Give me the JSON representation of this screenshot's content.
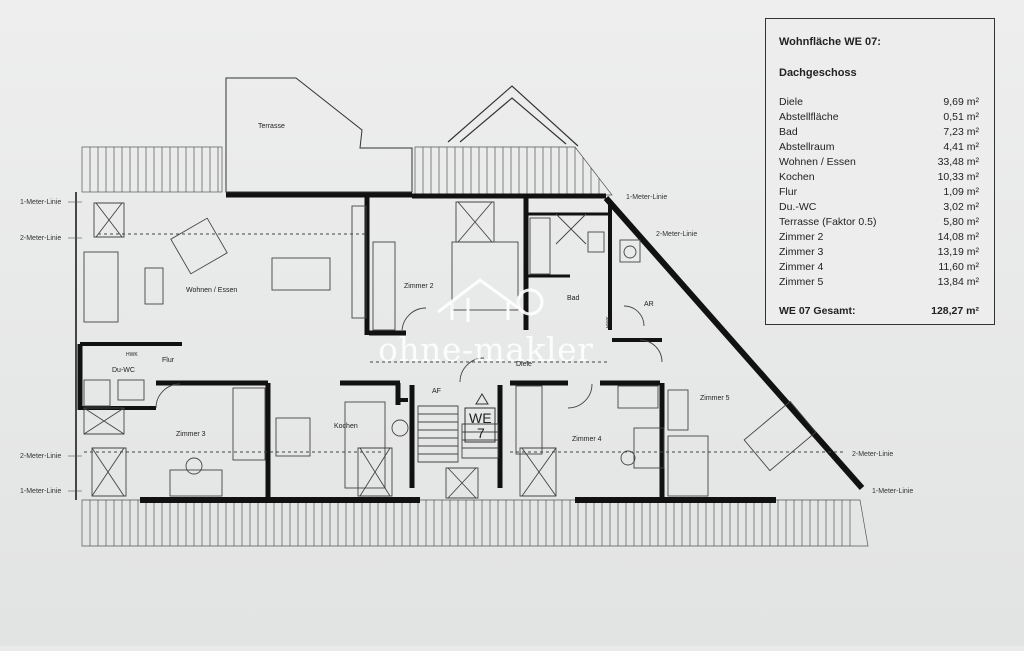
{
  "area_table": {
    "title": "Wohnfläche WE 07:",
    "floor": "Dachgeschoss",
    "rows": [
      {
        "name": "Diele",
        "value": "9,69 m²"
      },
      {
        "name": "Abstellfläche",
        "value": "0,51 m²"
      },
      {
        "name": "Bad",
        "value": "7,23 m²"
      },
      {
        "name": "Abstellraum",
        "value": "4,41 m²"
      },
      {
        "name": "Wohnen / Essen",
        "value": "33,48 m²"
      },
      {
        "name": "Kochen",
        "value": "10,33 m²"
      },
      {
        "name": "Flur",
        "value": "1,09 m²"
      },
      {
        "name": "Du.-WC",
        "value": "3,02 m²"
      },
      {
        "name": "Terrasse (Faktor 0.5)",
        "value": "5,80 m²"
      },
      {
        "name": "Zimmer 2",
        "value": "14,08 m²"
      },
      {
        "name": "Zimmer 3",
        "value": "13,19 m²"
      },
      {
        "name": "Zimmer 4",
        "value": "11,60 m²"
      },
      {
        "name": "Zimmer 5",
        "value": "13,84 m²"
      }
    ],
    "total": {
      "name": "WE 07 Gesamt:",
      "value": "128,27 m²"
    }
  },
  "plan": {
    "rooms": {
      "terrasse": "Terrasse",
      "wohnen": "Wohnen / Essen",
      "zimmer2": "Zimmer 2",
      "bad": "Bad",
      "ar": "AR",
      "flur": "Flur",
      "duwc": "Du-WC",
      "diele": "Diele",
      "af": "AF",
      "zimmer3": "Zimmer 3",
      "kochen": "Kochen",
      "zimmer4": "Zimmer 4",
      "zimmer5": "Zimmer 5",
      "hwk": "HWK",
      "we_label": "WE",
      "we_number": "7"
    },
    "markers": {
      "one_meter": "1-Meter-Linie",
      "two_meter": "2-Meter-Linie"
    }
  },
  "watermark": "ohne-makler"
}
